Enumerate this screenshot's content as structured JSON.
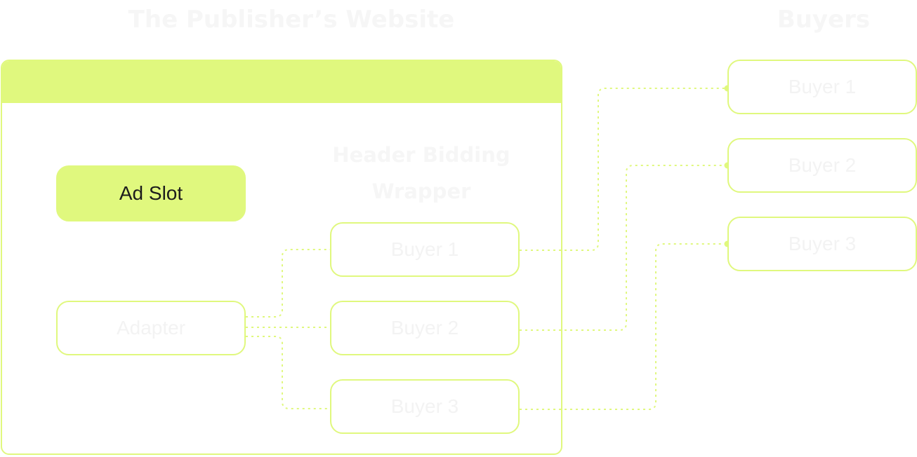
{
  "diagram": {
    "website_title": "The Publisher’s Website",
    "buyers_title": "Buyers",
    "wrapper_label": "Header Bidding Wrapper",
    "ad_slot": "Ad Slot",
    "adapter": "Adapter",
    "wrapper_buyers": [
      "Buyer 1",
      "Buyer 2",
      "Buyer 3"
    ],
    "external_buyers": [
      "Buyer 1",
      "Buyer 2",
      "Buyer 3"
    ],
    "colors": {
      "accent": "#e0f87e",
      "text_dark": "#1c1c1c",
      "text_faint": "#f3f3f3"
    }
  }
}
